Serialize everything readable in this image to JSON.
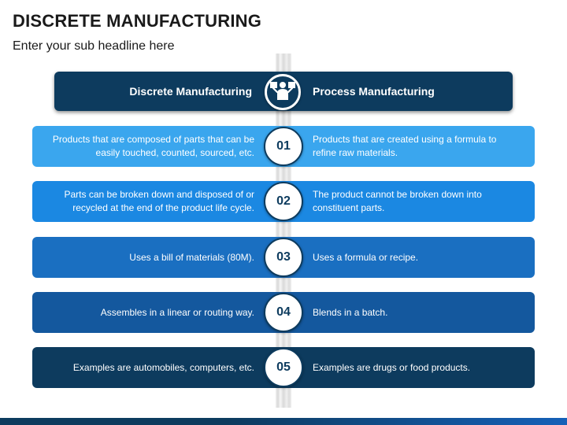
{
  "title": "DISCRETE MANUFACTURING",
  "subtitle": "Enter your sub headline here",
  "header": {
    "left_label": "Discrete Manufacturing",
    "right_label": "Process Manufacturing",
    "icon": "presenter-icon"
  },
  "rows": [
    {
      "number": "01",
      "color": "#3aa6ee",
      "left": "Products that are composed of parts that can be easily touched, counted, sourced, etc.",
      "right": "Products that are created using a formula to refine raw materials."
    },
    {
      "number": "02",
      "color": "#1b88e2",
      "left": "Parts can be broken down and disposed of or recycled at the end of the product life cycle.",
      "right": "The product cannot be broken down into constituent parts."
    },
    {
      "number": "03",
      "color": "#1a6fc1",
      "left": "Uses a bill of materials (80M).",
      "right": "Uses a formula or recipe."
    },
    {
      "number": "04",
      "color": "#14589e",
      "left": "Assembles in a linear or routing way.",
      "right": "Blends in a batch."
    },
    {
      "number": "05",
      "color": "#0d3b5e",
      "left": "Examples are automobiles, computers, etc.",
      "right": "Examples are drugs or food products."
    }
  ],
  "colors": {
    "dark_navy": "#0d3b5e",
    "accent_blue": "#1560b8"
  }
}
